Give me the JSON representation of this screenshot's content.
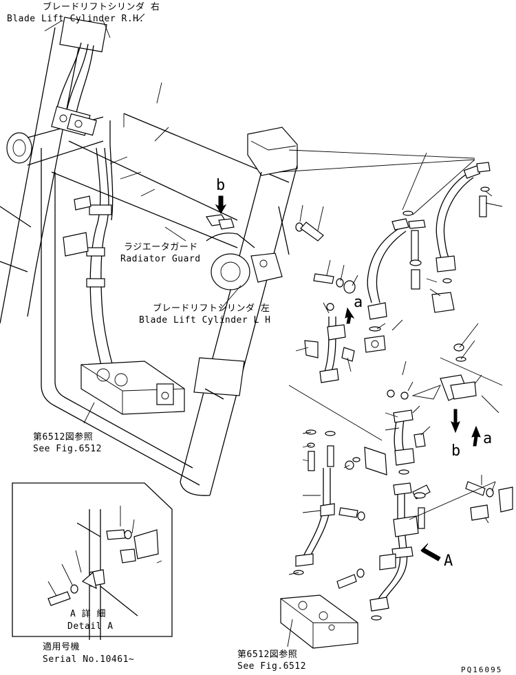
{
  "labels": {
    "blade_lift_rh_jp": "ブレードリフトシリンダ 右",
    "blade_lift_rh_en": "Blade Lift Cylinder R.H.",
    "radiator_guard_jp": "ラジエータガード",
    "radiator_guard_en": "Radiator Guard",
    "blade_lift_lh_jp": "ブレードリフトシリンダ 左",
    "blade_lift_lh_en": "Blade Lift Cylinder L H",
    "see_fig_top_jp": "第6512図参照",
    "see_fig_top_en": "See Fig.6512",
    "see_fig_bottom_jp": "第6512図参照",
    "see_fig_bottom_en": "See Fig.6512",
    "detail_jp": "A 詳 細",
    "detail_en": "Detail A",
    "serial_jp": "適用号機",
    "serial_en": "Serial No.10461~",
    "figure_code": "PQ16095"
  },
  "markers": {
    "b_top": "b",
    "a_mid": "a",
    "b_right": "b",
    "a_right": "a",
    "A_arrow": "A"
  }
}
